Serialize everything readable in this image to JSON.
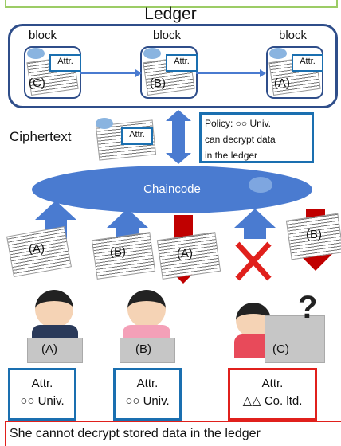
{
  "ledger": {
    "title": "Ledger",
    "blocks": [
      {
        "label": "block",
        "attr": "Attr.",
        "letter": "(C)"
      },
      {
        "label": "block",
        "attr": "Attr.",
        "letter": "(B)"
      },
      {
        "label": "block",
        "attr": "Attr.",
        "letter": "(A)"
      }
    ]
  },
  "ciphertext": {
    "label": "Ciphertext",
    "attr": "Attr."
  },
  "policy": {
    "lines": [
      "Policy: ○○ Univ.",
      "can decrypt data",
      "in the ledger"
    ]
  },
  "chaincode": {
    "label": "Chaincode"
  },
  "flows": [
    "(A)",
    "(B)",
    "(A)",
    "(B)"
  ],
  "users": [
    {
      "tag": "(A)",
      "attr": "Attr.",
      "org": "○○ Univ."
    },
    {
      "tag": "(B)",
      "attr": "Attr.",
      "org": "○○ Univ."
    },
    {
      "tag": "(C)",
      "attr": "Attr.",
      "org": "△△ Co. ltd.",
      "question": "?"
    }
  ],
  "footer": "She cannot decrypt stored data in the ledger",
  "colors": {
    "up_arrow": "#4a7bd0",
    "down_arrow": "#c00000",
    "attr_border": "#1a6fb0",
    "ledger_border": "#2f4e8a",
    "deny": "#e0201c"
  }
}
